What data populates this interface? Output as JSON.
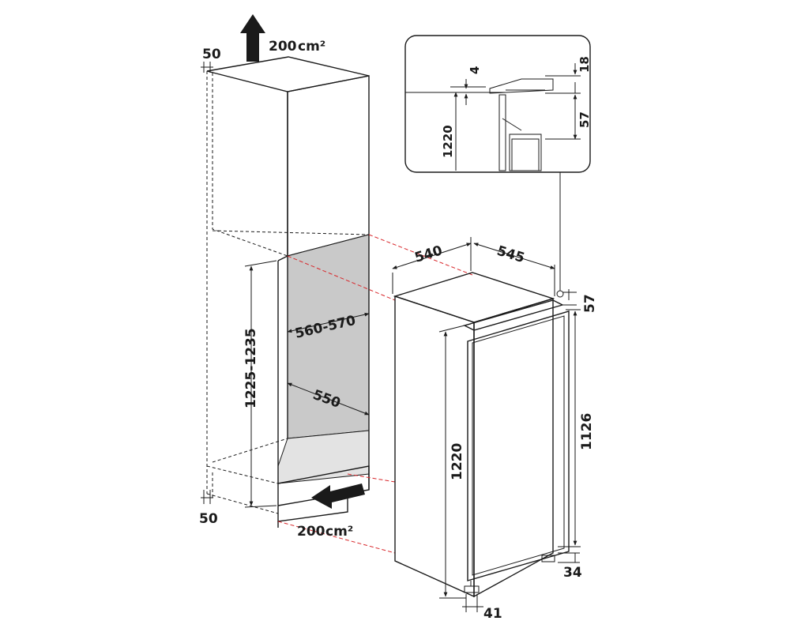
{
  "colors": {
    "line": "#1a1a1a",
    "niche_fill": "#c9c9c9",
    "niche_floor": "#e3e3e3",
    "red_guides": "#d8262a",
    "background": "#ffffff"
  },
  "icons": [
    "air-outlet-arrow-icon",
    "air-inlet-arrow-icon"
  ],
  "labels": {
    "ventilation_top_value": "200",
    "ventilation_top_unit": "cm²",
    "ventilation_bottom_value": "200",
    "ventilation_bottom_unit": "cm²",
    "clearance_top": "50",
    "clearance_bottom": "50",
    "niche_height": "1225-1235",
    "niche_width": "560-570",
    "niche_depth": "550",
    "appliance_depth": "540",
    "appliance_width": "545",
    "top_gap": "57",
    "door_height": "1126",
    "appliance_height": "1220",
    "foot_height": "34",
    "foot_depth": "41"
  },
  "detail": {
    "gap_small": "4",
    "hinge_offset": "18",
    "height": "1220",
    "top_gap": "57"
  }
}
